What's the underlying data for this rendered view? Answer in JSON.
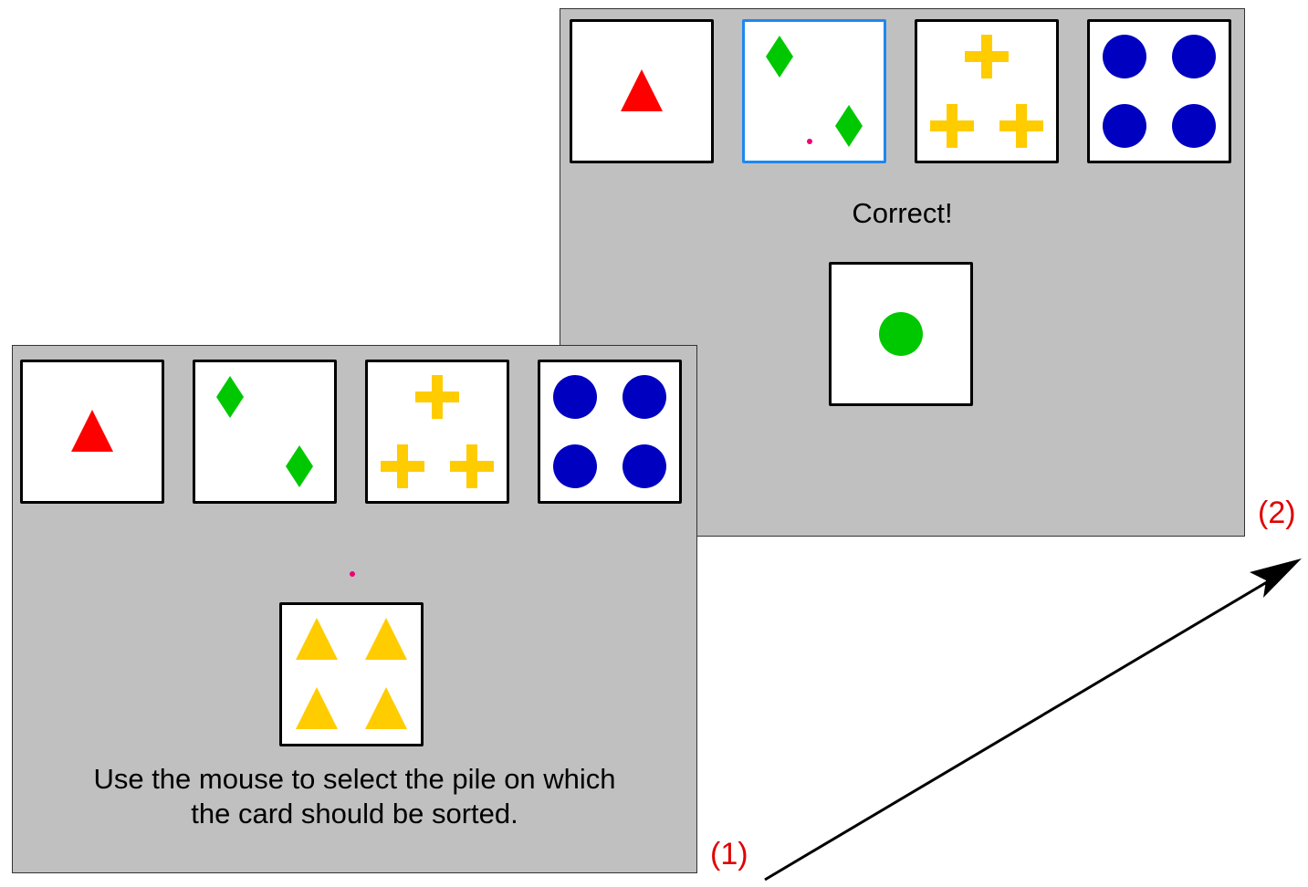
{
  "diagram": {
    "step_labels": [
      "(1)",
      "(2)"
    ],
    "arrow": {
      "from": "(1)",
      "to": "(2)"
    }
  },
  "colors": {
    "red": "#ff0000",
    "green": "#00c800",
    "yellow": "#ffcc00",
    "blue": "#0000c0",
    "selection": "#1e88ee",
    "cursor": "#ee0077",
    "label": "#e00000"
  },
  "screen1": {
    "instruction_line1": "Use the mouse to select the pile on which",
    "instruction_line2": "the card should be sorted.",
    "piles": [
      {
        "shape": "triangle",
        "count": 1,
        "color": "red"
      },
      {
        "shape": "diamond",
        "count": 2,
        "color": "green"
      },
      {
        "shape": "cross",
        "count": 3,
        "color": "yellow"
      },
      {
        "shape": "circle",
        "count": 4,
        "color": "blue"
      }
    ],
    "current_card": {
      "shape": "triangle",
      "count": 4,
      "color": "yellow"
    }
  },
  "screen2": {
    "feedback": "Correct!",
    "selected_pile": 2,
    "piles": [
      {
        "shape": "triangle",
        "count": 1,
        "color": "red"
      },
      {
        "shape": "diamond",
        "count": 2,
        "color": "green"
      },
      {
        "shape": "cross",
        "count": 3,
        "color": "yellow"
      },
      {
        "shape": "circle",
        "count": 4,
        "color": "blue"
      }
    ],
    "current_card": {
      "shape": "circle",
      "count": 1,
      "color": "green"
    }
  }
}
